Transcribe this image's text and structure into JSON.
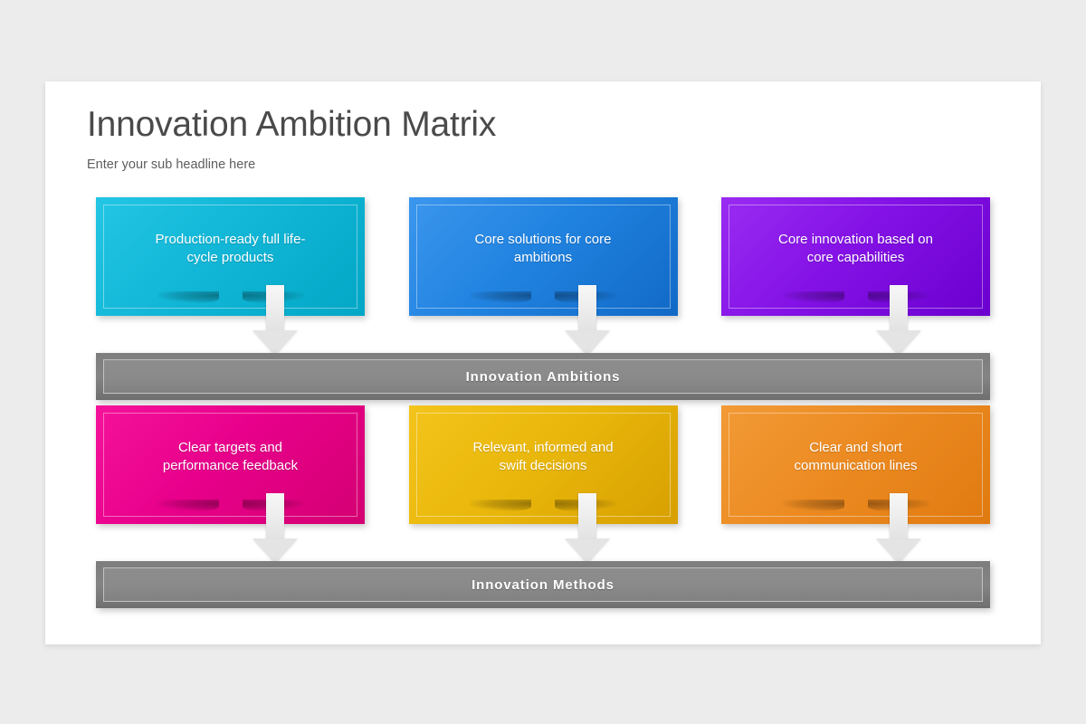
{
  "header": {
    "title": "Innovation Ambition Matrix",
    "subtitle": "Enter your sub headline here"
  },
  "colors": {
    "background": "#ececec",
    "slide": "#ffffff",
    "title_text": "#4a4a4a",
    "subtitle_text": "#5d5d5d",
    "bar_gray": "#848484",
    "arrow_white": "#eeeeee",
    "cyan": "#0fb4d4",
    "blue": "#2183e0",
    "purple": "#7f0fe0",
    "pink": "#ea0081",
    "yellow": "#e8b40a",
    "orange": "#ec8b22"
  },
  "matrix": {
    "rows": [
      {
        "cards": [
          {
            "label": "Production-ready full life-\ncycle products",
            "color_name": "cyan",
            "gradient": "linear-gradient(135deg, #23c6e4 0%, #12b6d6 45%, #03a7c6 100%)"
          },
          {
            "label": "Core solutions for core\nambitions",
            "color_name": "blue",
            "gradient": "linear-gradient(135deg, #3b96ee 0%, #2183e0 45%, #1169c6 100%)"
          },
          {
            "label": "Core innovation based on\ncore capabilities",
            "color_name": "purple",
            "gradient": "linear-gradient(135deg, #9a2bf2 0%, #8412e6 45%, #6b00cf 100%)"
          }
        ],
        "summary": "Innovation Ambitions"
      },
      {
        "cards": [
          {
            "label": "Clear targets and\nperformance feedback",
            "color_name": "pink",
            "gradient": "linear-gradient(135deg, #f5129a 0%, #e8008b 45%, #d40072 100%)"
          },
          {
            "label": "Relevant, informed and\nswift decisions",
            "color_name": "yellow",
            "gradient": "linear-gradient(135deg, #f3c41c 0%, #eab80c 45%, #d79f00 100%)"
          },
          {
            "label": "Clear and short\ncommunication lines",
            "color_name": "orange",
            "gradient": "linear-gradient(135deg, #f29a36 0%, #ec8b22 45%, #e07a10 100%)"
          }
        ],
        "summary": "Innovation Methods"
      }
    ]
  }
}
